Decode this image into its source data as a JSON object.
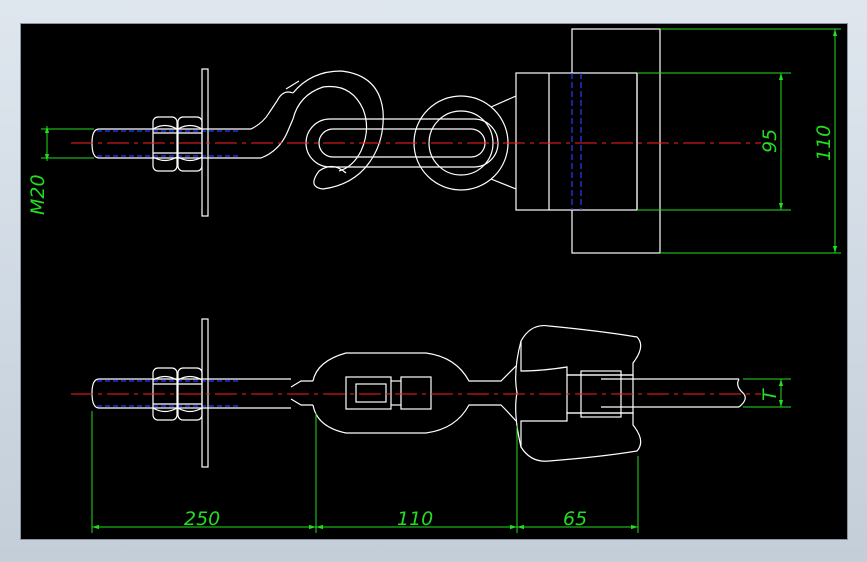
{
  "colors": {
    "background": "#000000",
    "outline": "#ffffff",
    "dimension": "#22dd22",
    "centerline": "#ff2020",
    "hidden_line": "#2a3aff",
    "window_bg": "#d6dee6"
  },
  "dimensions": {
    "thread": "M20",
    "inner_height": "95",
    "outer_height": "110",
    "thickness": "T",
    "length_rod": "250",
    "length_link": "110",
    "length_clamp": "65"
  }
}
